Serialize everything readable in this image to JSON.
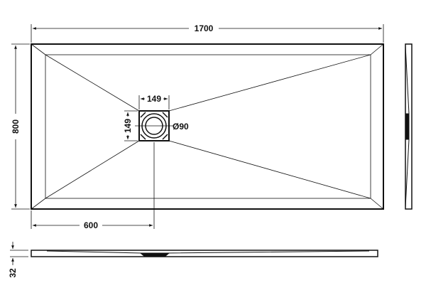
{
  "dimensions": {
    "length": "1700",
    "width": "800",
    "waste_width": "149",
    "waste_height": "149",
    "waste_diameter": "Ø90",
    "waste_offset": "600",
    "height": "32"
  },
  "colors": {
    "line": "#111111",
    "background": "#ffffff"
  }
}
